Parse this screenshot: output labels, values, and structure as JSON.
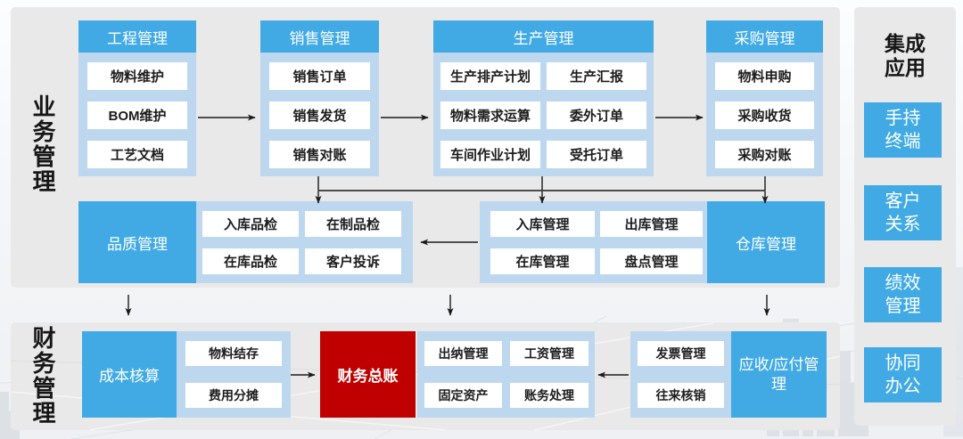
{
  "sections": {
    "business_label": "业务管理",
    "finance_label": "财务管理"
  },
  "business_columns": [
    {
      "header": "工程管理",
      "items": [
        "物料维护",
        "BOM维护",
        "工艺文档"
      ]
    },
    {
      "header": "销售管理",
      "items": [
        "销售订单",
        "销售发货",
        "销售对账"
      ]
    },
    {
      "header": "生产管理",
      "items_left": [
        "生产排产计划",
        "物料需求运算",
        "车间作业计划"
      ],
      "items_right": [
        "生产汇报",
        "委外订单",
        "受托订单"
      ]
    },
    {
      "header": "采购管理",
      "items": [
        "物料申购",
        "采购收货",
        "采购对账"
      ]
    }
  ],
  "quality": {
    "label": "品质管理",
    "items": [
      "入库品检",
      "在制品检",
      "在库品检",
      "客户投诉"
    ]
  },
  "warehouse": {
    "label": "仓库管理",
    "items": [
      "入库管理",
      "出库管理",
      "在库管理",
      "盘点管理"
    ]
  },
  "finance_row": {
    "cost_accounting": {
      "label": "成本核算",
      "items": [
        "物料结存",
        "费用分摊"
      ]
    },
    "general_ledger": {
      "label": "财务总账"
    },
    "ledger_items": [
      "出纳管理",
      "工资管理",
      "固定资产",
      "账务处理"
    ],
    "receivable_payable": {
      "label": "应收/应付管理",
      "items": [
        "发票管理",
        "往来核销"
      ]
    }
  },
  "integrations": {
    "title": "集成应用",
    "items": [
      "手持终端",
      "客户关系",
      "绩效管理",
      "协同办公"
    ]
  },
  "colors": {
    "module_blue": "#41AAE5",
    "container_light_blue": "#BDD7EE",
    "ledger_red": "#C00000",
    "panel_gray": "#E9E9EA",
    "item_white": "#FFFFFF",
    "arrow_black": "#1A1A1A"
  }
}
